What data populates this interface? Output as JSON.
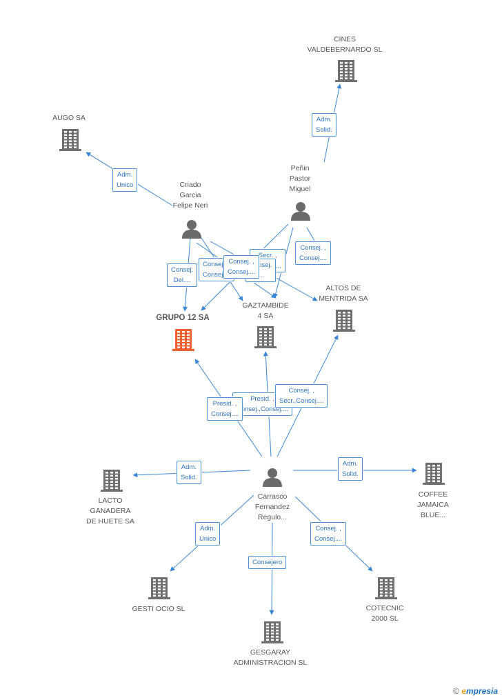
{
  "colors": {
    "edge": "#3a86d6",
    "building": "#707070",
    "building_highlight": "#f06030",
    "person": "#6a6a6a"
  },
  "nodes": {
    "cines": {
      "label": "CINES\nVALDEBERNARDO SL",
      "icon": "building-icon"
    },
    "augo": {
      "label": "AUGO SA",
      "icon": "building-icon"
    },
    "penin": {
      "label": "Peñin\nPastor\nMiguel",
      "icon": "person-icon"
    },
    "criado": {
      "label": "Criado\nGarcia\nFelipe Neri",
      "icon": "person-icon"
    },
    "altos": {
      "label": "ALTOS DE\nMENTRIDA SA",
      "icon": "building-icon"
    },
    "gaztambide": {
      "label": "GAZTAMBIDE\n4 SA",
      "icon": "building-icon"
    },
    "grupo12": {
      "label": "GRUPO 12 SA",
      "icon": "building-icon"
    },
    "lacto": {
      "label": "LACTO\nGANADERA\nDE HUETE SA",
      "icon": "building-icon"
    },
    "carrasco": {
      "label": "Carrasco\nFernandez\nRegulo...",
      "icon": "person-icon"
    },
    "coffee": {
      "label": "COFFEE\nJAMAICA\nBLUE...",
      "icon": "building-icon"
    },
    "gestiocio": {
      "label": "GESTI OCIO SL",
      "icon": "building-icon"
    },
    "cotecnic": {
      "label": "COTECNIC\n2000 SL",
      "icon": "building-icon"
    },
    "gesgaray": {
      "label": "GESGARAY\nADMINISTRACION SL",
      "icon": "building-icon"
    }
  },
  "edge_labels": {
    "penin_cines": "Adm.\nSolid.",
    "criado_augo": "Adm.\nUnico",
    "criado_grupo_del": "Consej.\nDel....",
    "criado_consej_a": "Consej....\nConsej....",
    "criado_consej_b": "Consej. ,\nConsej....",
    "penin_secr": "Secr. ,\nConsej....",
    "penin_consej_c": "Consej.\n....",
    "penin_altos": "Consej. ,\nConsej....",
    "carrasco_grupo": "Presid. ,\nConsej....",
    "carrasco_gazt": "Presid. ,\nConsej.,Consej....",
    "carrasco_altos": "Consej. ,\nSecr.,Consej....",
    "carrasco_lacto": "Adm.\nSolid.",
    "carrasco_coffee": "Adm.\nSolid.",
    "carrasco_gestiocio": "Adm.\nUnico",
    "carrasco_cotecnic": "Consej. ,\nConsej....",
    "carrasco_gesgaray": "Consejero"
  },
  "brand": {
    "copyright": "©",
    "e": "e",
    "name": "mpresia"
  }
}
